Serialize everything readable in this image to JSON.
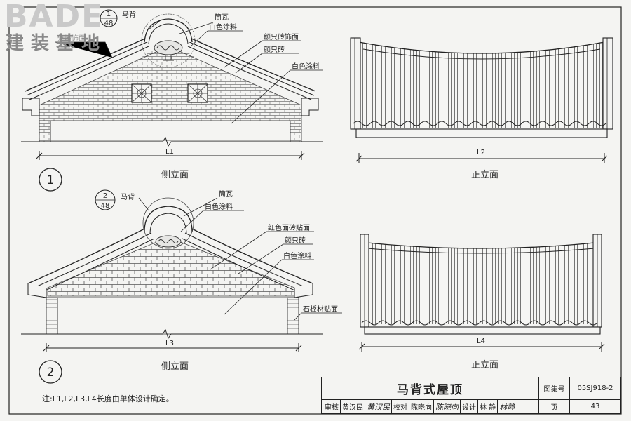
{
  "watermark": {
    "brand": "BADE",
    "sub": "建装基地"
  },
  "drawing1": {
    "number": "1",
    "side_caption": "侧立面",
    "front_caption": "正立面",
    "side_dim": "L1",
    "front_dim": "L2",
    "index_top": "1",
    "index_bottom": "48",
    "labels": {
      "ma_bei": "马背",
      "tong_wa": "筒瓦",
      "white_paint_top": "白色涂料",
      "tile_face": "颜只砖饰面",
      "yan_zhi_brick": "颜只砖",
      "white_paint_bottom": "白色涂料",
      "outer_wall": "外墙饰面"
    }
  },
  "drawing2": {
    "number": "2",
    "side_caption": "侧立面",
    "front_caption": "正立面",
    "side_dim": "L3",
    "front_dim": "L4",
    "index_top": "2",
    "index_bottom": "48",
    "labels": {
      "ma_bei": "马背",
      "tong_wa": "筒瓦",
      "white_paint_top": "白色涂料",
      "red_brick": "红色面砖贴面",
      "yan_zhi_brick": "颜只砖",
      "white_paint_bottom": "白色涂料",
      "stone_face": "石板材贴面"
    }
  },
  "note": "注:L1,L2,L3,L4长度由单体设计确定。",
  "title_block": {
    "title": "马背式屋顶",
    "atlas_label": "图集号",
    "atlas_value": "05SJ918-2",
    "page_label": "页",
    "page_value": "43",
    "signatures": [
      {
        "role": "审核",
        "name": "黄汉民",
        "sig": "黄汉民"
      },
      {
        "role": "校对",
        "name": "陈晓向",
        "sig": "陈晓向"
      },
      {
        "role": "设计",
        "name": "林 静",
        "sig": "林静"
      }
    ]
  }
}
